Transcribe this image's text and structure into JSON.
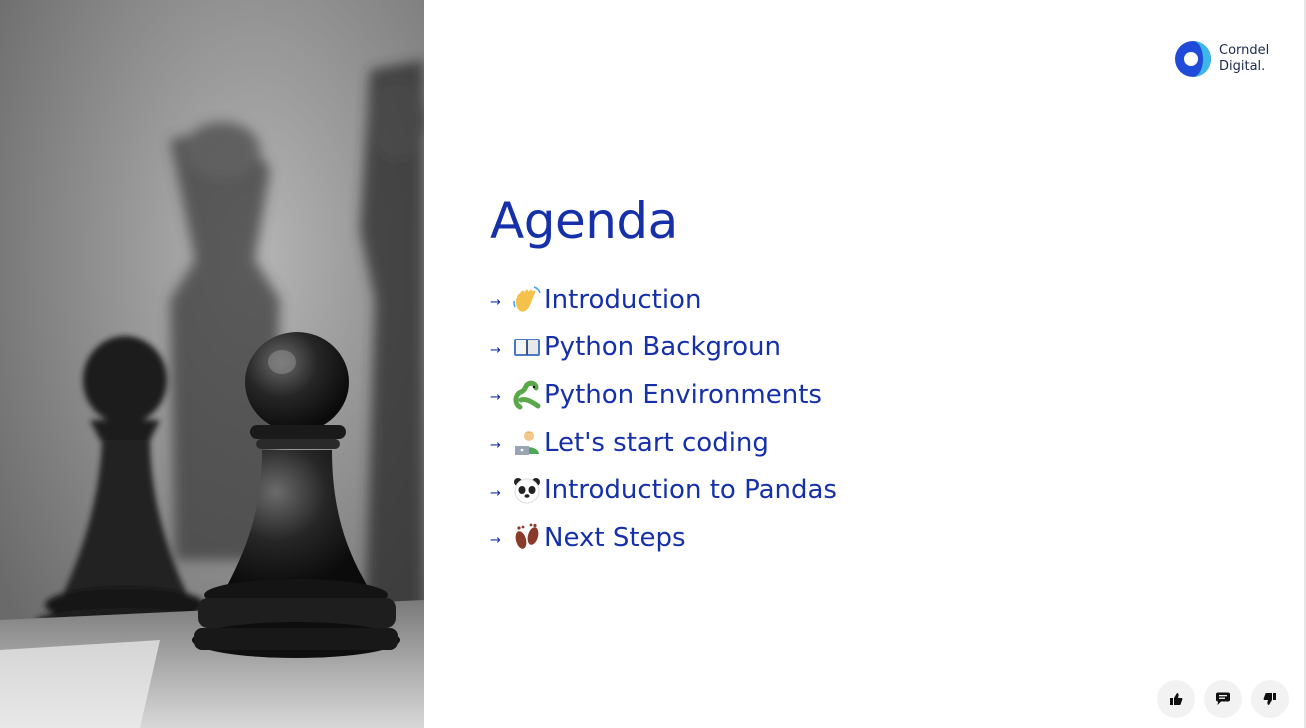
{
  "brand": {
    "line1": "Corndel",
    "line2": "Digital."
  },
  "slide": {
    "title": "Agenda",
    "arrow_glyph": "→",
    "items": [
      {
        "icon": "waving-hand-icon",
        "label": "Introduction"
      },
      {
        "icon": "open-book-icon",
        "label": "Python Backgroun"
      },
      {
        "icon": "snake-icon",
        "label": "Python Environments"
      },
      {
        "icon": "technologist-icon",
        "label": "Let's start coding"
      },
      {
        "icon": "panda-icon",
        "label": "Introduction to Pandas"
      },
      {
        "icon": "footprints-icon",
        "label": "Next Steps"
      }
    ]
  },
  "actions": [
    {
      "icon": "thumbs-up-icon"
    },
    {
      "icon": "comment-icon"
    },
    {
      "icon": "thumbs-down-icon"
    }
  ],
  "colors": {
    "title": "#1530a8",
    "text": "#1530a8",
    "logo_blue": "#1f4bd8",
    "logo_light": "#3bb7e8",
    "photo_gray": "#9a9a9a"
  }
}
